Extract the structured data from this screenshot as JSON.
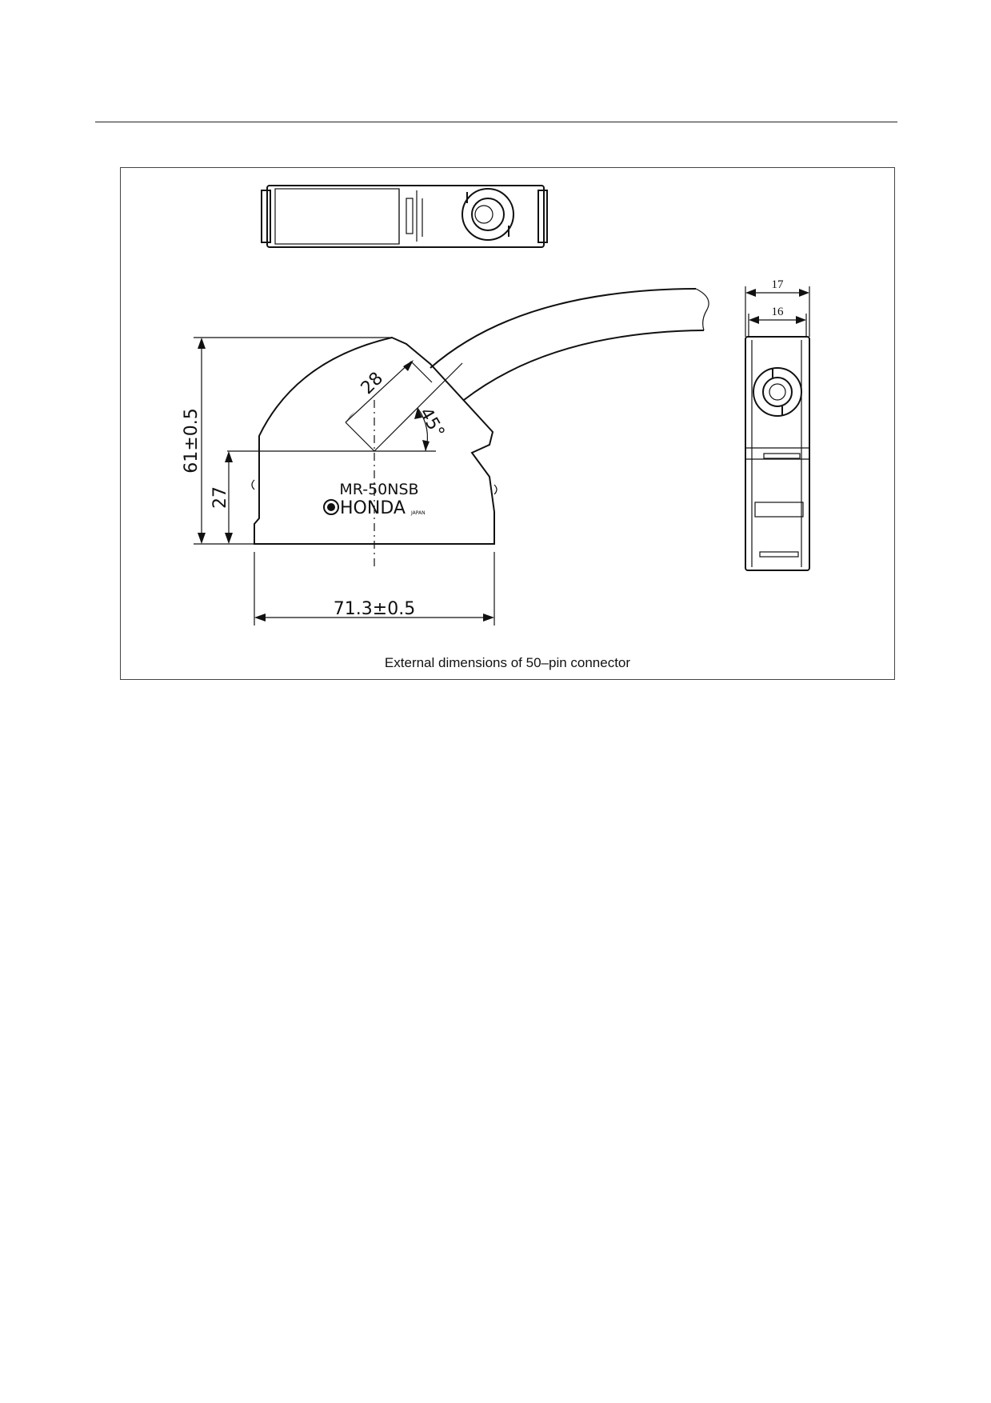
{
  "diagram": {
    "caption": "External dimensions of 50–pin connector",
    "dimensions": {
      "height_total": "61±0.5",
      "height_lower": "27",
      "width": "71.3±0.5",
      "cable_radius": "28",
      "angle": "45°",
      "side_outer": "17",
      "side_inner": "16"
    },
    "part_number": "MR-50NSB",
    "brand": "HONDA",
    "origin": "JAPAN"
  }
}
